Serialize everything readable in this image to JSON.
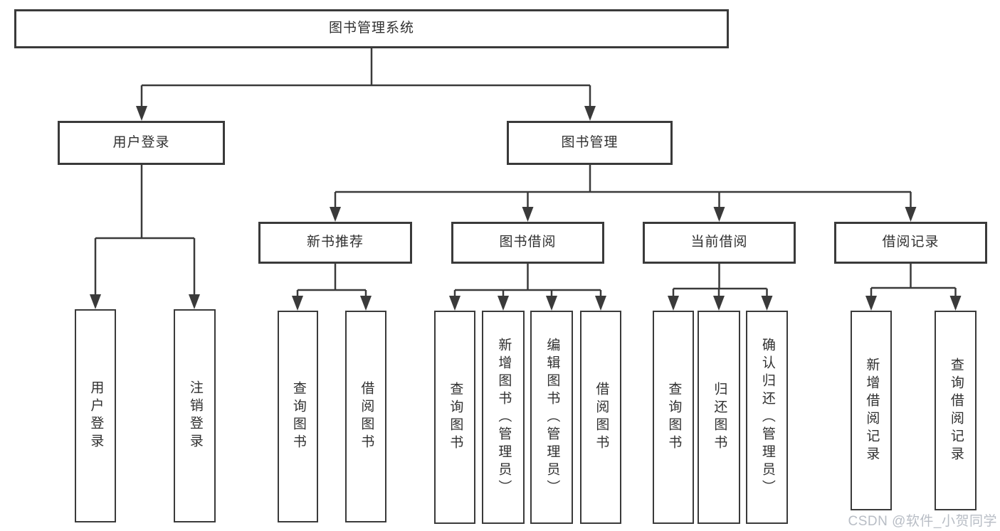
{
  "diagram": {
    "root": {
      "label": "图书管理系统",
      "children": [
        {
          "label": "用户登录",
          "children": [
            {
              "label": "用户登录"
            },
            {
              "label": "注销登录"
            }
          ]
        },
        {
          "label": "图书管理",
          "children": [
            {
              "label": "新书推荐",
              "children": [
                {
                  "label": "查询图书"
                },
                {
                  "label": "借阅图书"
                }
              ]
            },
            {
              "label": "图书借阅",
              "children": [
                {
                  "label": "查询图书"
                },
                {
                  "label": "新增图书（管理员）"
                },
                {
                  "label": "编辑图书（管理员）"
                },
                {
                  "label": "借阅图书"
                }
              ]
            },
            {
              "label": "当前借阅",
              "children": [
                {
                  "label": "查询图书"
                },
                {
                  "label": "归还图书"
                },
                {
                  "label": "确认归还（管理员）"
                }
              ]
            },
            {
              "label": "借阅记录",
              "children": [
                {
                  "label": "新增借阅记录"
                },
                {
                  "label": "查询借阅记录"
                }
              ]
            }
          ]
        }
      ]
    }
  },
  "watermark": {
    "text": "CSDN @软件_小贺同学",
    "color": "#b8bdc5"
  },
  "colors": {
    "line": "#3a3a3a",
    "box_border": "#3a3a3a",
    "text": "#303030",
    "background": "#ffffff"
  }
}
